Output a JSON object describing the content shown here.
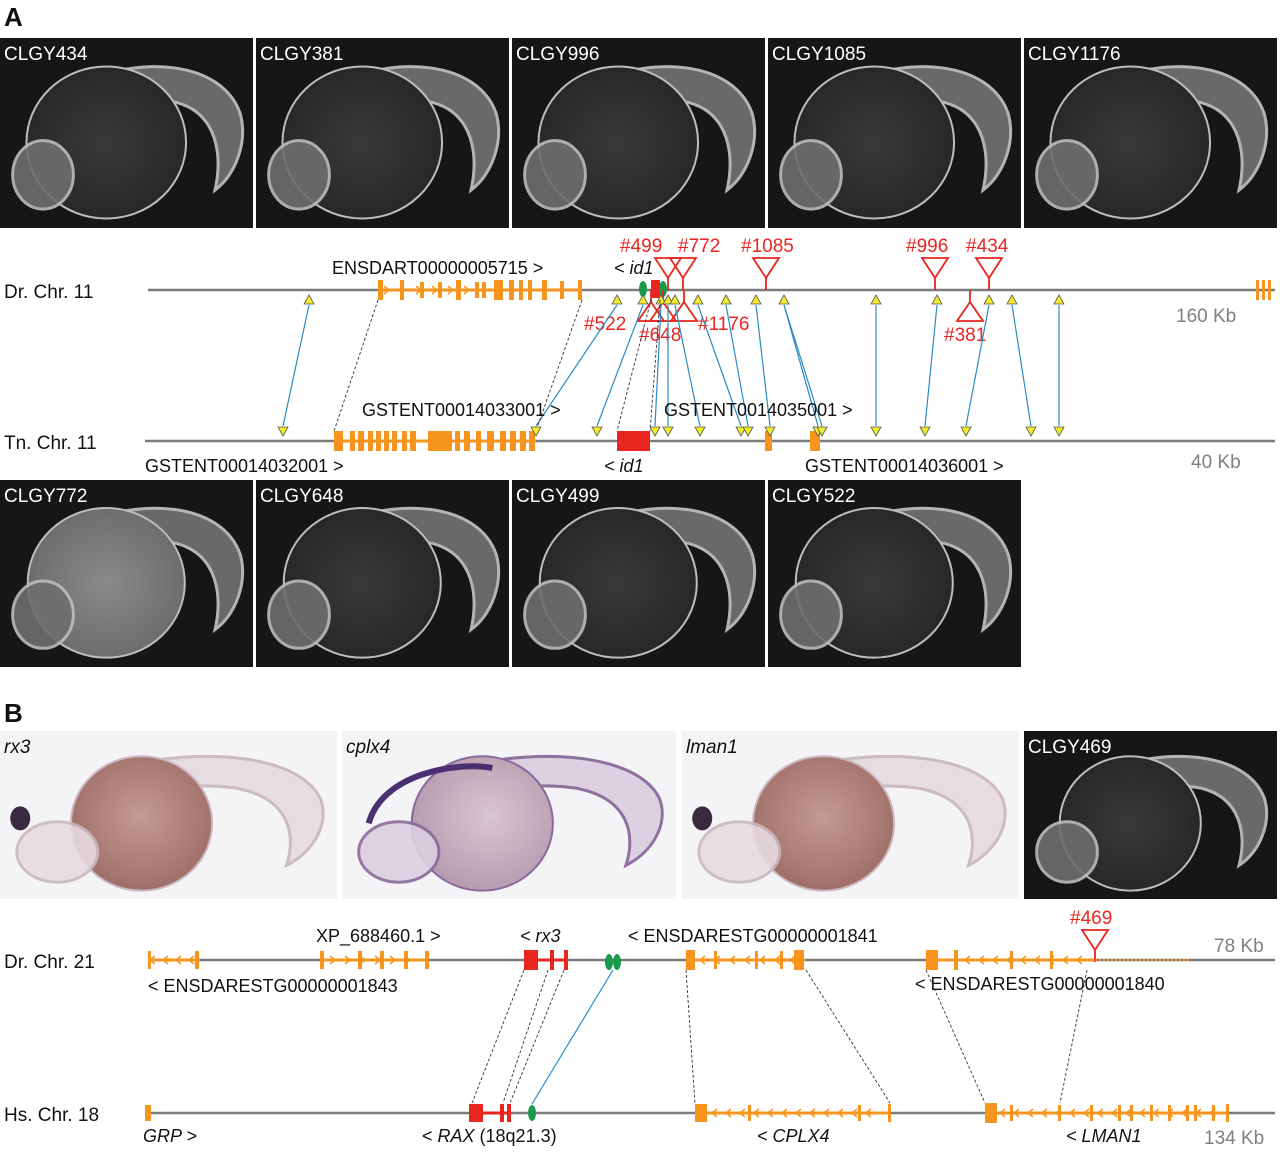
{
  "panels": {
    "a": "A",
    "b": "B"
  },
  "panel_a": {
    "top_images": [
      "CLGY434",
      "CLGY381",
      "CLGY996",
      "CLGY1085",
      "CLGY1176"
    ],
    "bottom_images": [
      "CLGY772",
      "CLGY648",
      "CLGY499",
      "CLGY522"
    ],
    "dr_chr_label": "Dr. Chr. 11",
    "dr_scale": "160 Kb",
    "tn_chr_label": "Tn. Chr. 11",
    "tn_scale": "40 Kb",
    "dr_genes": {
      "ensdart": "ENSDART00000005715 >",
      "id1": "< id1"
    },
    "tn_genes": {
      "g33001": "GSTENT00014033001 >",
      "g35001": "GSTENT0014035001 >",
      "g32001": "GSTENT00014032001 >",
      "id1": "< id1",
      "g36001": "GSTENT00014036001 >"
    },
    "insertions_above": [
      "#499",
      "#772",
      "#1085",
      "#996",
      "#434"
    ],
    "insertions_below": [
      "#522",
      "#648",
      "#1176",
      "#381"
    ]
  },
  "panel_b": {
    "images": [
      "rx3",
      "cplx4",
      "lman1",
      "CLGY469"
    ],
    "dr_chr_label": "Dr. Chr. 21",
    "dr_scale": "78 Kb",
    "hs_chr_label": "Hs. Chr. 18",
    "hs_scale": "134 Kb",
    "dr_genes": {
      "xp": "XP_688460.1 >",
      "rx3": "< rx3",
      "est1841": "< ENSDARESTG00000001841",
      "est1843": "< ENSDARESTG00000001843",
      "est1840": "< ENSDARESTG00000001840"
    },
    "hs_genes": {
      "grp": "GRP >",
      "rax": "< RAX (18q21.3)",
      "cplx4": "< CPLX4",
      "lman1": "< LMAN1"
    },
    "insertion": "#469"
  },
  "colors": {
    "exon": "#f7941d",
    "conserved_gene": "#e8251f",
    "cne": "#1a9a4a",
    "ortholog_link": "#2a8ac4",
    "marker": "#f5ea2a",
    "chromosome": "#7a7a7a"
  }
}
